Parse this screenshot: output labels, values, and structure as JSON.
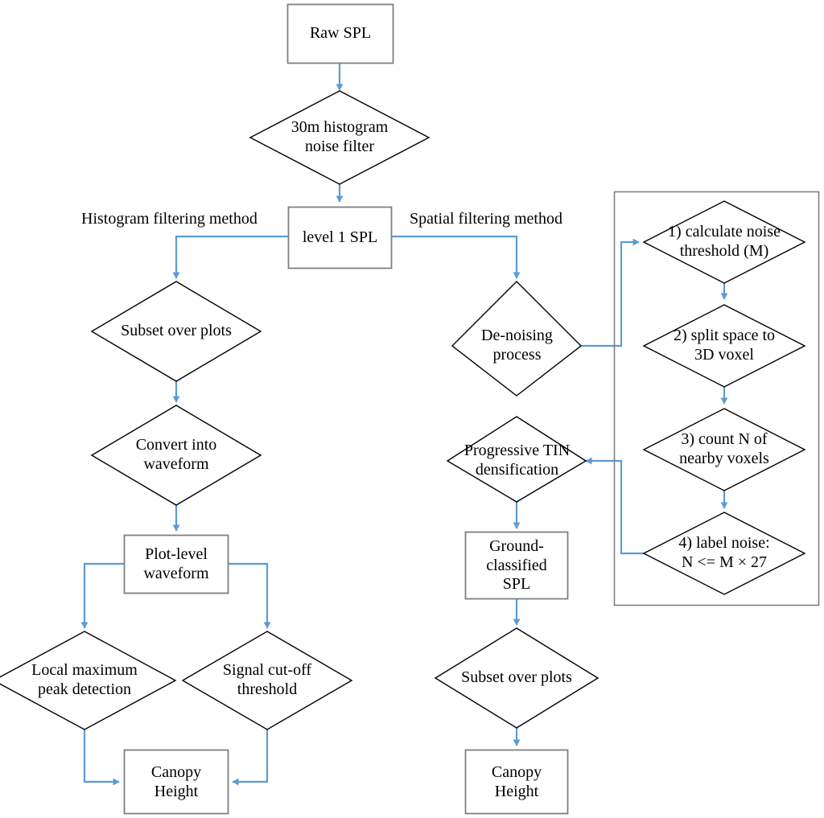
{
  "diagram": {
    "title": "SPL processing flowchart",
    "colors": {
      "connector": "#5B9BD5",
      "box_stroke": "#7F7F7F",
      "diamond_stroke": "#000000",
      "panel_stroke": "#808080",
      "text": "#000000",
      "background": "#FFFFFF"
    },
    "free_labels": [
      {
        "id": "histogram-method-label",
        "text": "Histogram filtering method"
      },
      {
        "id": "spatial-method-label",
        "text": "Spatial filtering method"
      }
    ],
    "nodes": [
      {
        "id": "raw-spl",
        "shape": "box",
        "text": "Raw SPL"
      },
      {
        "id": "noise-filter",
        "shape": "diamond",
        "text": "30m histogram\nnoise filter"
      },
      {
        "id": "level1-spl",
        "shape": "box",
        "text": "level 1 SPL"
      },
      {
        "id": "subset-over-plots-left",
        "shape": "diamond",
        "text": "Subset over plots"
      },
      {
        "id": "convert-into-waveform",
        "shape": "diamond",
        "text": "Convert into\nwaveform"
      },
      {
        "id": "plot-level-waveform",
        "shape": "box",
        "text": "Plot-level\nwaveform"
      },
      {
        "id": "local-maximum-peak",
        "shape": "diamond",
        "text": "Local maximum\npeak detection"
      },
      {
        "id": "signal-cutoff",
        "shape": "diamond",
        "text": "Signal cut-off\nthreshold"
      },
      {
        "id": "canopy-height-left",
        "shape": "box",
        "text": "Canopy\nHeight"
      },
      {
        "id": "de-noising-process",
        "shape": "diamond",
        "text": "De-noising\nprocess"
      },
      {
        "id": "progressive-tin",
        "shape": "diamond",
        "text": "Progressive TIN\ndensification"
      },
      {
        "id": "ground-classified-spl",
        "shape": "box",
        "text": "Ground-\nclassified\nSPL"
      },
      {
        "id": "subset-over-plots-right",
        "shape": "diamond",
        "text": "Subset over plots"
      },
      {
        "id": "canopy-height-right",
        "shape": "box",
        "text": "Canopy\nHeight"
      },
      {
        "id": "step-1-threshold",
        "shape": "diamond",
        "text": "1) calculate noise\nthreshold (M)"
      },
      {
        "id": "step-2-voxel",
        "shape": "diamond",
        "text": "2) split space to\n3D voxel"
      },
      {
        "id": "step-3-count",
        "shape": "diamond",
        "text": "3) count N of\nnearby voxels"
      },
      {
        "id": "step-4-label",
        "shape": "diamond",
        "text": "4) label noise:\nN <= M × 27"
      }
    ],
    "edges": [
      {
        "id": "edge-raw-to-filter",
        "from": "raw-spl",
        "to": "noise-filter"
      },
      {
        "id": "edge-filter-to-level1",
        "from": "noise-filter",
        "to": "level1-spl"
      },
      {
        "id": "edge-level1-to-subset",
        "from": "level1-spl",
        "to": "subset-over-plots-left"
      },
      {
        "id": "edge-level1-to-denoise",
        "from": "level1-spl",
        "to": "de-noising-process"
      },
      {
        "id": "edge-subset-to-convert",
        "from": "subset-over-plots-left",
        "to": "convert-into-waveform"
      },
      {
        "id": "edge-convert-to-plotlevel",
        "from": "convert-into-waveform",
        "to": "plot-level-waveform"
      },
      {
        "id": "edge-plotlevel-to-localmax",
        "from": "plot-level-waveform",
        "to": "local-maximum-peak"
      },
      {
        "id": "edge-plotlevel-to-cutoff",
        "from": "plot-level-waveform",
        "to": "signal-cutoff"
      },
      {
        "id": "edge-localmax-to-canopy",
        "from": "local-maximum-peak",
        "to": "canopy-height-left"
      },
      {
        "id": "edge-cutoff-to-canopy",
        "from": "signal-cutoff",
        "to": "canopy-height-left"
      },
      {
        "id": "edge-denoise-to-step1",
        "from": "de-noising-process",
        "to": "step-1-threshold"
      },
      {
        "id": "edge-step1-to-step2",
        "from": "step-1-threshold",
        "to": "step-2-voxel"
      },
      {
        "id": "edge-step2-to-step3",
        "from": "step-2-voxel",
        "to": "step-3-count"
      },
      {
        "id": "edge-step3-to-step4",
        "from": "step-3-count",
        "to": "step-4-label"
      },
      {
        "id": "edge-step4-to-tin",
        "from": "step-4-label",
        "to": "progressive-tin"
      },
      {
        "id": "edge-tin-to-ground",
        "from": "progressive-tin",
        "to": "ground-classified-spl"
      },
      {
        "id": "edge-ground-to-subset",
        "from": "ground-classified-spl",
        "to": "subset-over-plots-right"
      },
      {
        "id": "edge-subset-to-canopy",
        "from": "subset-over-plots-right",
        "to": "canopy-height-right"
      }
    ]
  }
}
